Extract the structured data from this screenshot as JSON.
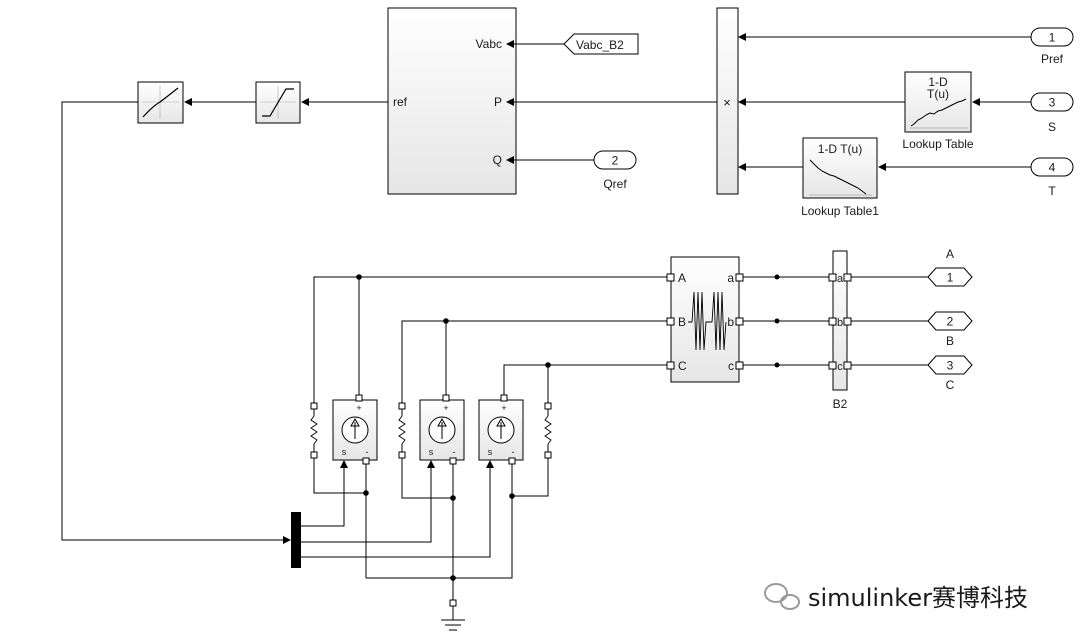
{
  "diagram": {
    "controller": {
      "inputs": [
        "Vabc",
        "P",
        "Q"
      ],
      "output": "ref"
    },
    "goto_tag": "Vabc_B2",
    "ports": [
      {
        "num": "1",
        "name": "Pref"
      },
      {
        "num": "2",
        "name": "Qref"
      },
      {
        "num": "3",
        "name": "S"
      },
      {
        "num": "4",
        "name": "T"
      }
    ],
    "product_symbol": "×",
    "lookup1": {
      "icon_line1": "1-D",
      "icon_line2": "T(u)",
      "name": "Lookup Table"
    },
    "lookup2": {
      "icon": "1-D T(u)",
      "name": "Lookup Table1"
    },
    "transformer_ports": {
      "left": [
        "A",
        "B",
        "C"
      ],
      "right": [
        "a",
        "b",
        "c"
      ]
    },
    "bus_ports": [
      "a",
      "b",
      "c"
    ],
    "bus_name": "B2",
    "outports": [
      {
        "num": "1",
        "label": "A"
      },
      {
        "num": "2",
        "label": "B"
      },
      {
        "num": "3",
        "label": "C"
      }
    ],
    "source_marks": {
      "plus": "+",
      "minus": "-",
      "signal": "s"
    }
  },
  "watermark": {
    "text": "simulinker赛博科技"
  }
}
